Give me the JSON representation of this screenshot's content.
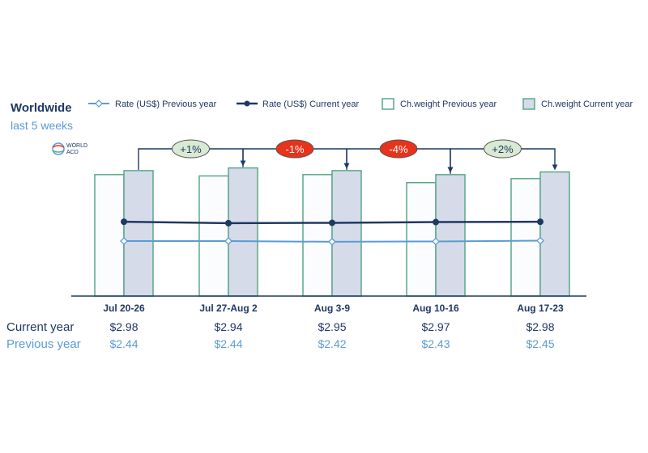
{
  "title": {
    "line1": "Worldwide",
    "line2": "last 5 weeks"
  },
  "logo": {
    "line1": "WORLD",
    "line2": "ACD"
  },
  "legend": [
    {
      "label": "Rate (US$) Previous year",
      "kind": "line",
      "color": "#5b9bd5"
    },
    {
      "label": "Rate (US$) Current year",
      "kind": "line",
      "color": "#1f3864"
    },
    {
      "label": "Ch.weight Previous year",
      "kind": "bar",
      "fill": "#fbfcfe",
      "stroke": "#5aa889"
    },
    {
      "label": "Ch.weight Current year",
      "kind": "bar",
      "fill": "#d5dbe8",
      "stroke": "#5aa889"
    }
  ],
  "table": {
    "current_label": "Current year",
    "previous_label": "Previous year",
    "current_color": "#1f3864",
    "previous_color": "#5b9bd5"
  },
  "chart_data": {
    "type": "bar",
    "categories": [
      "Jul 20-26",
      "Jul 27-Aug 2",
      "Aug 3-9",
      "Aug 10-16",
      "Aug 17-23"
    ],
    "series": [
      {
        "name": "Ch.weight Previous year",
        "kind": "bar",
        "values": [
          0.91,
          0.9,
          0.91,
          0.85,
          0.88
        ]
      },
      {
        "name": "Ch.weight Current year",
        "kind": "bar",
        "values": [
          0.94,
          0.96,
          0.94,
          0.91,
          0.93
        ]
      },
      {
        "name": "Rate (US$) Previous year",
        "kind": "line",
        "values": [
          2.44,
          2.44,
          2.42,
          2.43,
          2.45
        ]
      },
      {
        "name": "Rate (US$) Current year",
        "kind": "line",
        "values": [
          2.98,
          2.94,
          2.95,
          2.97,
          2.98
        ]
      }
    ],
    "changes": [
      {
        "label": "+1%",
        "color": "#d9ead3"
      },
      {
        "label": "-1%",
        "color": "#e8331c"
      },
      {
        "label": "-4%",
        "color": "#e8331c"
      },
      {
        "label": "+2%",
        "color": "#d9ead3"
      }
    ],
    "current_values_text": [
      "$2.98",
      "$2.94",
      "$2.95",
      "$2.97",
      "$2.98"
    ],
    "previous_values_text": [
      "$2.44",
      "$2.44",
      "$2.42",
      "$2.43",
      "$2.45"
    ],
    "colors": {
      "bar_stroke": "#5aa889",
      "bar_prev_fill": "#fbfcfe",
      "bar_curr_fill": "#d5dbe8",
      "rate_prev": "#5b9bd5",
      "rate_curr": "#1f3864",
      "axis": "#1f3864"
    }
  }
}
